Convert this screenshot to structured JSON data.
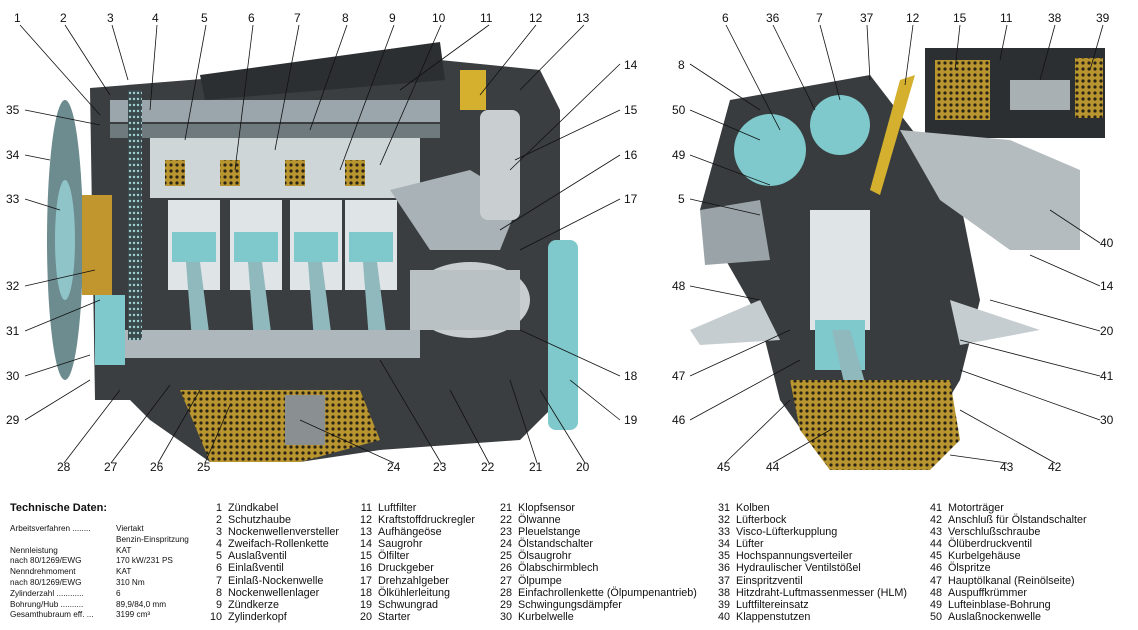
{
  "callouts_left": [
    "1",
    "2",
    "3",
    "4",
    "5",
    "6",
    "7",
    "8",
    "9",
    "10",
    "11",
    "12",
    "13",
    "14",
    "15",
    "16",
    "17",
    "18",
    "19",
    "20",
    "21",
    "22",
    "23",
    "24",
    "25",
    "26",
    "27",
    "28",
    "29",
    "30",
    "31",
    "32",
    "33",
    "34",
    "35"
  ],
  "callouts_right": [
    "6",
    "36",
    "7",
    "37",
    "12",
    "15",
    "11",
    "38",
    "39",
    "8",
    "50",
    "49",
    "5",
    "48",
    "47",
    "46",
    "45",
    "44",
    "43",
    "42",
    "30",
    "41",
    "20",
    "14",
    "40"
  ],
  "technical": {
    "title": "Technische Daten:",
    "rows": [
      {
        "key": "Arbeitsverfahren ........",
        "value": "Viertakt"
      },
      {
        "key": "",
        "value": "Benzin-Einspritzung"
      },
      {
        "key": "Nennleistung",
        "value": "KAT"
      },
      {
        "key": "  nach 80/1269/EWG",
        "value": "170 kW/231 PS"
      },
      {
        "key": "Nenndrehmoment",
        "value": "KAT"
      },
      {
        "key": "  nach 80/1269/EWG",
        "value": "310 Nm"
      },
      {
        "key": "Zylinderzahl ............",
        "value": "6"
      },
      {
        "key": "Bohrung/Hub ..........",
        "value": "89,9/84,0 mm"
      },
      {
        "key": "Gesamthubraum eff. ...",
        "value": "3199 cm³"
      }
    ]
  },
  "parts_col1": [
    {
      "n": "1",
      "name": "Zündkabel"
    },
    {
      "n": "2",
      "name": "Schutzhaube"
    },
    {
      "n": "3",
      "name": "Nockenwellenversteller"
    },
    {
      "n": "4",
      "name": "Zweifach-Rollenkette"
    },
    {
      "n": "5",
      "name": "Auslaßventil"
    },
    {
      "n": "6",
      "name": "Einlaßventil"
    },
    {
      "n": "7",
      "name": "Einlaß-Nockenwelle"
    },
    {
      "n": "8",
      "name": "Nockenwellenlager"
    },
    {
      "n": "9",
      "name": "Zündkerze"
    },
    {
      "n": "10",
      "name": "Zylinderkopf"
    }
  ],
  "parts_col2": [
    {
      "n": "11",
      "name": "Luftfilter"
    },
    {
      "n": "12",
      "name": "Kraftstoffdruckregler"
    },
    {
      "n": "13",
      "name": "Aufhängeöse"
    },
    {
      "n": "14",
      "name": "Saugrohr"
    },
    {
      "n": "15",
      "name": "Ölfilter"
    },
    {
      "n": "16",
      "name": "Druckgeber"
    },
    {
      "n": "17",
      "name": "Drehzahlgeber"
    },
    {
      "n": "18",
      "name": "Ölkühlerleitung"
    },
    {
      "n": "19",
      "name": "Schwungrad"
    },
    {
      "n": "20",
      "name": "Starter"
    }
  ],
  "parts_col3": [
    {
      "n": "21",
      "name": "Klopfsensor"
    },
    {
      "n": "22",
      "name": "Ölwanne"
    },
    {
      "n": "23",
      "name": "Pleuelstange"
    },
    {
      "n": "24",
      "name": "Ölstandschalter"
    },
    {
      "n": "25",
      "name": "Ölsaugrohr"
    },
    {
      "n": "26",
      "name": "Ölabschirmblech"
    },
    {
      "n": "27",
      "name": "Ölpumpe"
    },
    {
      "n": "28",
      "name": "Einfachrollenkette (Ölpumpenantrieb)"
    },
    {
      "n": "29",
      "name": "Schwingungsdämpfer"
    },
    {
      "n": "30",
      "name": "Kurbelwelle"
    }
  ],
  "parts_col4": [
    {
      "n": "31",
      "name": "Kolben"
    },
    {
      "n": "32",
      "name": "Lüfterbock"
    },
    {
      "n": "33",
      "name": "Visco-Lüfterkupplung"
    },
    {
      "n": "34",
      "name": "Lüfter"
    },
    {
      "n": "35",
      "name": "Hochspannungsverteiler"
    },
    {
      "n": "36",
      "name": "Hydraulischer Ventilstößel"
    },
    {
      "n": "37",
      "name": "Einspritzventil"
    },
    {
      "n": "38",
      "name": "Hitzdraht-Luftmassenmesser (HLM)"
    },
    {
      "n": "39",
      "name": "Luftfiltereinsatz"
    },
    {
      "n": "40",
      "name": "Klappenstutzen"
    }
  ],
  "parts_col5": [
    {
      "n": "41",
      "name": "Motorträger"
    },
    {
      "n": "42",
      "name": "Anschluß für Ölstandschalter"
    },
    {
      "n": "43",
      "name": "Verschlußschraube"
    },
    {
      "n": "44",
      "name": "Ölüberdruckventil"
    },
    {
      "n": "45",
      "name": "Kurbelgehäuse"
    },
    {
      "n": "46",
      "name": "Ölspritze"
    },
    {
      "n": "47",
      "name": "Hauptölkanal (Reinölseite)"
    },
    {
      "n": "48",
      "name": "Auspuffkrümmer"
    },
    {
      "n": "49",
      "name": "Lufteinblase-Bohrung"
    },
    {
      "n": "50",
      "name": "Auslaßnockenwelle"
    }
  ],
  "colors": {
    "cyan": "#7fc8cc",
    "brass": "#c9a53a",
    "dark": "#2a2a2a",
    "steel": "#8e9aa0"
  }
}
